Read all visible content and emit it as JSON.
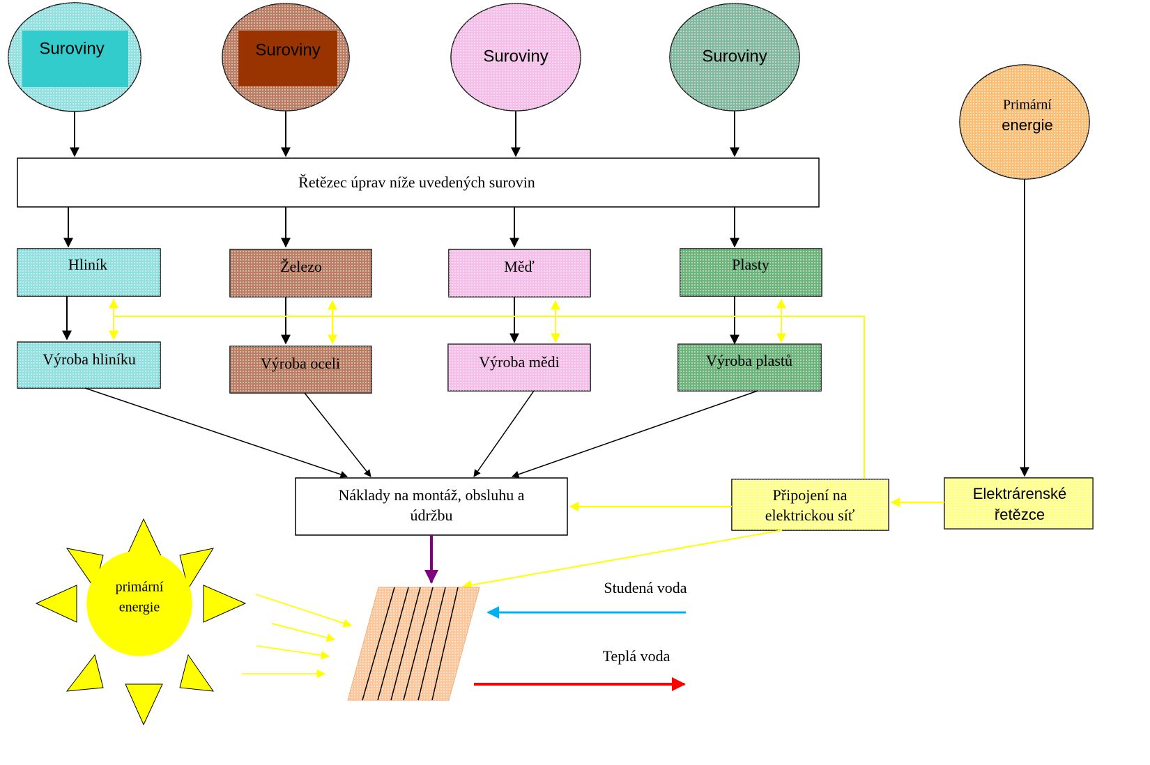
{
  "raw_materials": [
    {
      "label": "Suroviny",
      "color": "#6fd6d6"
    },
    {
      "label": "Suroviny",
      "color": "#a0522d"
    },
    {
      "label": "Suroviny",
      "color": "#f0a8e0"
    },
    {
      "label": "Suroviny",
      "color": "#5aa080"
    }
  ],
  "primary_energy_top": {
    "line1": "Primární",
    "line2": "energie",
    "color": "#f5a94a"
  },
  "chain": {
    "label": "Řetězec úprav níže uvedených surovin"
  },
  "materials": [
    {
      "label": "Hliník",
      "color": "#6fd6d6"
    },
    {
      "label": "Železo",
      "color": "#a0522d"
    },
    {
      "label": "Měď",
      "color": "#f0a8e0"
    },
    {
      "label": "Plasty",
      "color": "#3c9a50"
    }
  ],
  "production": [
    {
      "label": "Výroba hliníku",
      "color": "#6fd6d6"
    },
    {
      "label": "Výroba oceli",
      "color": "#a0522d"
    },
    {
      "label": "Výroba mědi",
      "color": "#f0a8e0"
    },
    {
      "label": "Výroba plastů",
      "color": "#3c9a50"
    }
  ],
  "costs": {
    "line1": "Náklady na montáž, obsluhu a",
    "line2": "údržbu"
  },
  "grid_connection": {
    "line1": "Připojení na",
    "line2": "elektrickou síť",
    "color": "#ffff66"
  },
  "power_chain": {
    "line1": "Elektrárenské",
    "line2": "řetězce",
    "color": "#ffff66"
  },
  "sun": {
    "line1": "primární",
    "line2": "energie",
    "color": "#ffff00"
  },
  "cold_water": {
    "label": "Studená voda",
    "color": "#00b0f0"
  },
  "hot_water": {
    "label": "Teplá voda",
    "color": "#ff0000"
  },
  "colors": {
    "yellow_line": "#ffff00",
    "purple_arrow": "#800080",
    "collector": "#f7b47a"
  }
}
